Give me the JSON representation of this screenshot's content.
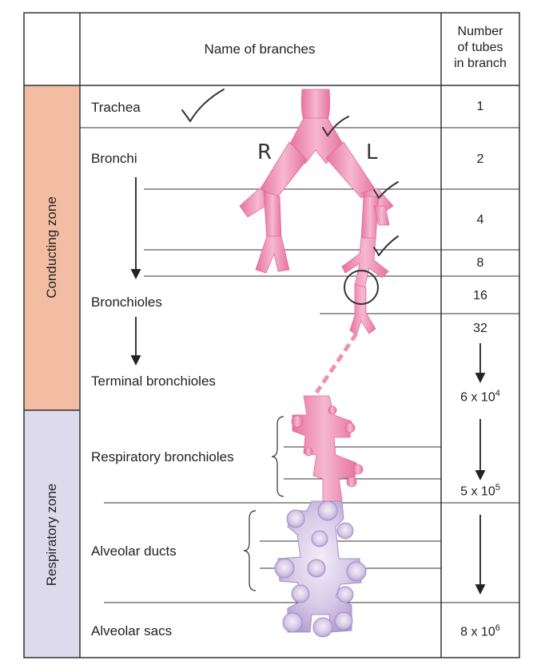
{
  "header": {
    "name_col": "Name of branches",
    "number_col_lines": [
      "Number",
      "of tubes",
      "in branch"
    ]
  },
  "zones": {
    "conducting": "Conducting zone",
    "respiratory": "Respiratory zone"
  },
  "branches": {
    "trachea": "Trachea",
    "bronchi": "Bronchi",
    "bronchioles": "Bronchioles",
    "terminal_bronchioles": "Terminal bronchioles",
    "respiratory_bronchioles": "Respiratory bronchioles",
    "alveolar_ducts": "Alveolar ducts",
    "alveolar_sacs": "Alveolar sacs"
  },
  "tube_counts": {
    "trachea": "1",
    "bronchi": "2",
    "gen2": "4",
    "gen3": "8",
    "bronchioles": "16",
    "gen5": "32",
    "terminal_base": "6 x 10",
    "terminal_exp": "4",
    "respiratory_base": "5 x 10",
    "respiratory_exp": "5",
    "sacs_base": "8 x 10",
    "sacs_exp": "6"
  },
  "annotations": {
    "right": "R",
    "left": "L"
  },
  "colors": {
    "conducting_zone": "#f2bda3",
    "respiratory_zone": "#dcdaeb",
    "airway_pink": "#ef8fb3",
    "airway_highlight": "#f7bfd4",
    "alveoli_lavender": "#c8b7dd",
    "grid_line": "#333333"
  }
}
